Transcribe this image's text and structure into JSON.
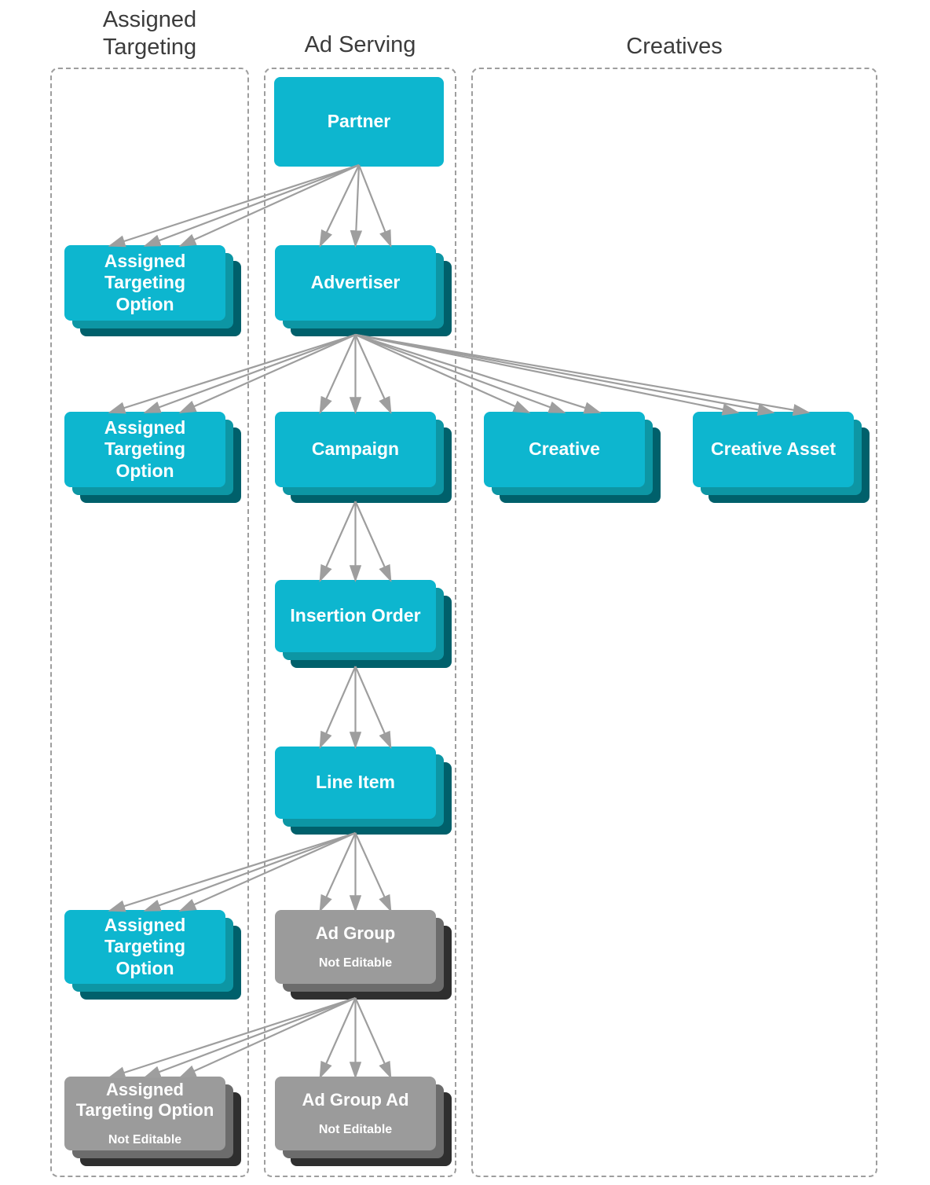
{
  "columns": [
    {
      "id": "assigned-targeting",
      "label": "Assigned\nTargeting"
    },
    {
      "id": "ad-serving",
      "label": "Ad Serving"
    },
    {
      "id": "creatives",
      "label": "Creatives"
    }
  ],
  "nodes": [
    {
      "id": "partner",
      "label": "Partner",
      "style": "teal"
    },
    {
      "id": "ato-partner",
      "label": "Assigned\nTargeting\nOption",
      "style": "teal"
    },
    {
      "id": "advertiser",
      "label": "Advertiser",
      "style": "teal"
    },
    {
      "id": "ato-advertiser",
      "label": "Assigned\nTargeting\nOption",
      "style": "teal"
    },
    {
      "id": "campaign",
      "label": "Campaign",
      "style": "teal"
    },
    {
      "id": "creative",
      "label": "Creative",
      "style": "teal"
    },
    {
      "id": "creative-asset",
      "label": "Creative Asset",
      "style": "teal"
    },
    {
      "id": "insertion-order",
      "label": "Insertion Order",
      "style": "teal"
    },
    {
      "id": "line-item",
      "label": "Line Item",
      "style": "teal"
    },
    {
      "id": "ato-line-item",
      "label": "Assigned\nTargeting\nOption",
      "style": "teal"
    },
    {
      "id": "ad-group",
      "label": "Ad Group",
      "sublabel": "Not Editable",
      "style": "gray"
    },
    {
      "id": "ato-ad-group",
      "label": "Assigned\nTargeting Option",
      "sublabel": "Not Editable",
      "style": "gray"
    },
    {
      "id": "ad-group-ad",
      "label": "Ad Group Ad",
      "sublabel": "Not Editable",
      "style": "gray"
    }
  ],
  "connections": [
    {
      "from": "partner",
      "to": "ato-partner"
    },
    {
      "from": "partner",
      "to": "advertiser"
    },
    {
      "from": "advertiser",
      "to": "ato-advertiser"
    },
    {
      "from": "advertiser",
      "to": "campaign"
    },
    {
      "from": "advertiser",
      "to": "creative"
    },
    {
      "from": "advertiser",
      "to": "creative-asset"
    },
    {
      "from": "campaign",
      "to": "insertion-order"
    },
    {
      "from": "insertion-order",
      "to": "line-item"
    },
    {
      "from": "line-item",
      "to": "ato-line-item"
    },
    {
      "from": "line-item",
      "to": "ad-group"
    },
    {
      "from": "ad-group",
      "to": "ato-ad-group"
    },
    {
      "from": "ad-group",
      "to": "ad-group-ad"
    }
  ],
  "colors": {
    "canvas_bg": "#ffffff",
    "node_teal": "#0db6cf",
    "node_teal_mid": "#0d96a4",
    "node_teal_dark": "#00606b",
    "node_gray": "#9b9b9b",
    "node_gray_mid": "#6c6c6c",
    "node_gray_dark": "#2f2f2f",
    "arrow": "#9e9e9e",
    "border": "#9e9e9e",
    "header_text": "#3c3c3c"
  }
}
